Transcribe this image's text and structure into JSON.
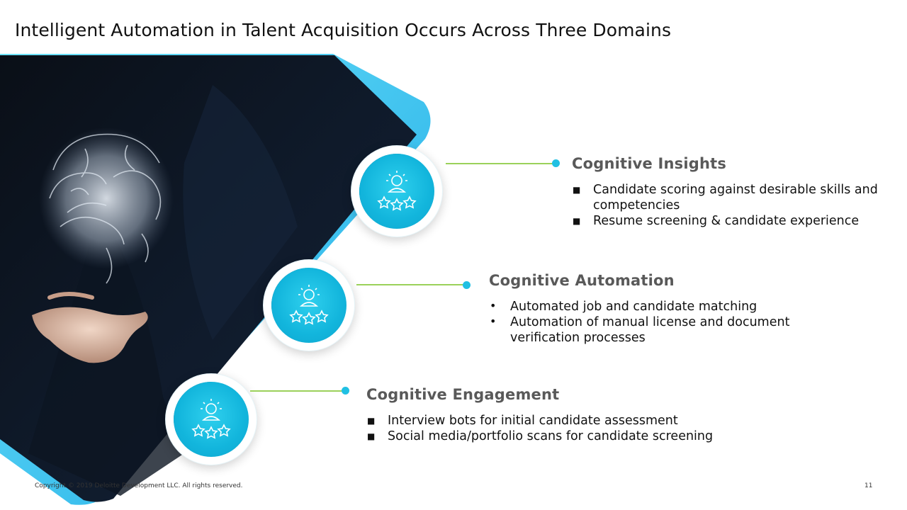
{
  "slide": {
    "title": "Intelligent Automation in Talent Acquisition Occurs Across Three Domains",
    "page_number": "11",
    "copyright": "Copyright © 2019 Deloitte Development LLC. All rights reserved.",
    "colors": {
      "accent": "#12b5dc",
      "connector": "#9bd15a",
      "heading": "#595959"
    }
  },
  "hero": {
    "image": "brain-hologram-over-hand-photo"
  },
  "domains": [
    {
      "heading": "Cognitive Insights",
      "icon": "person-rating-stars-icon",
      "bullet_style": "square",
      "items": [
        "Candidate scoring against desirable skills and competencies",
        "Resume screening & candidate experience"
      ]
    },
    {
      "heading": "Cognitive Automation",
      "icon": "person-rating-stars-icon",
      "bullet_style": "dot",
      "items": [
        "Automated job and candidate matching",
        "Automation of manual license and document verification processes"
      ]
    },
    {
      "heading": "Cognitive Engagement",
      "icon": "person-rating-stars-icon",
      "bullet_style": "square",
      "items": [
        "Interview bots for initial candidate assessment",
        "Social media/portfolio scans for candidate screening"
      ]
    }
  ]
}
